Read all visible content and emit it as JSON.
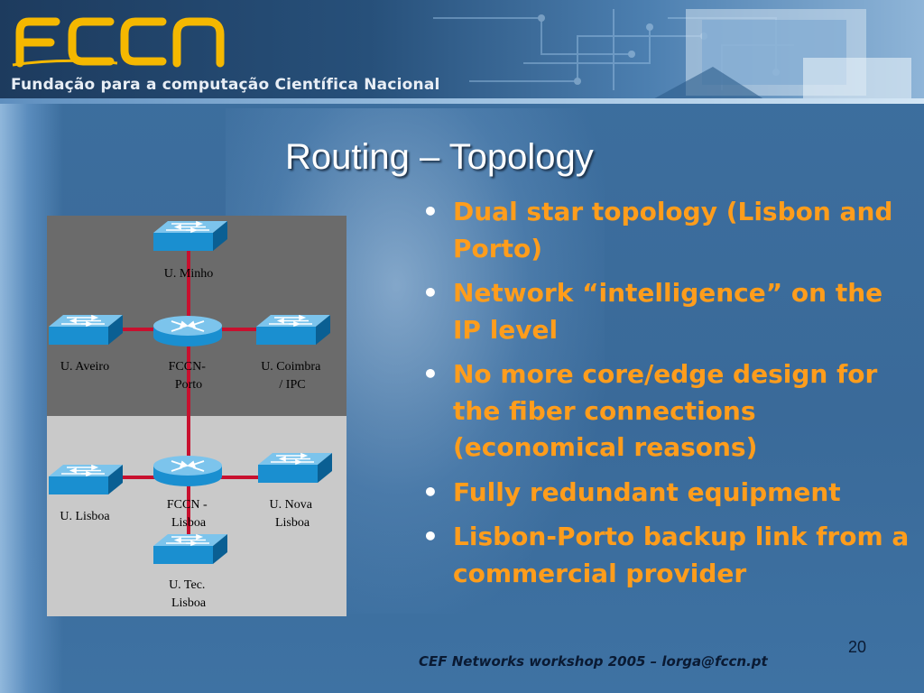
{
  "header": {
    "logo_text": "FCCN",
    "tagline": "Fundação para a computação Científica Nacional"
  },
  "slide": {
    "title": "Routing – Topology",
    "bullets": [
      "Dual star topology (Lisbon and Porto)",
      "Network “intelligence” on the IP level",
      "No more core/edge design for the fiber connections (economical reasons)",
      "Fully redundant equipment",
      "Lisbon-Porto backup link from a commercial provider"
    ],
    "footer": "CEF Networks workshop 2005 – lorga@fccn.pt",
    "page_number": "20"
  },
  "diagram": {
    "nodes": {
      "u_minho": [
        "U. Minho"
      ],
      "u_aveiro": [
        "U. Aveiro"
      ],
      "fccn_porto": [
        "FCCN-",
        "Porto"
      ],
      "u_coimbra": [
        "U. Coimbra",
        "/ IPC"
      ],
      "u_lisboa": [
        "U. Lisboa"
      ],
      "fccn_lisboa": [
        "FCCN -",
        "Lisboa"
      ],
      "u_nova": [
        "U. Nova",
        "Lisboa"
      ],
      "u_tec": [
        "U. Tec.",
        "Lisboa"
      ]
    }
  },
  "colors": {
    "bullet_text": "#ff9d1c",
    "title": "#ffffff",
    "link": "#c8102e",
    "device": "#1a8fd0",
    "panel_top": "#6b6b6b",
    "panel_bottom": "#c9c9c9",
    "logo": "#f5b800"
  }
}
